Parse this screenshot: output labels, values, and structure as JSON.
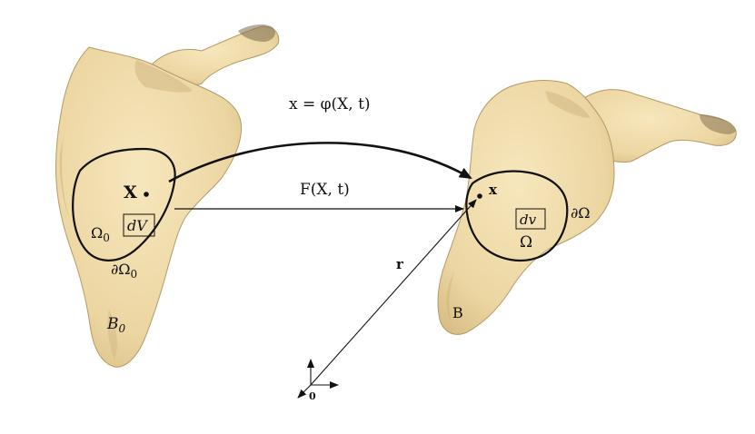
{
  "colors": {
    "bone_fill": "#f0dcaa",
    "bone_shade": "#c9b07a",
    "bone_outline": "#b39a66",
    "ink": "#111111"
  },
  "labels": {
    "mapping": "x = φ(X, t)",
    "deformation_gradient": "F(X, t)",
    "ref_point": "X",
    "cur_point": "x",
    "ref_volume": "dV",
    "cur_volume": "dv",
    "ref_region": "Ω",
    "ref_region_sub": "0",
    "cur_region": "Ω",
    "ref_boundary": "∂Ω",
    "ref_boundary_sub": "0",
    "cur_boundary": "∂Ω",
    "ref_body": "B",
    "ref_body_sub": "0",
    "cur_body": "B",
    "position_vector": "r",
    "origin": "0"
  }
}
